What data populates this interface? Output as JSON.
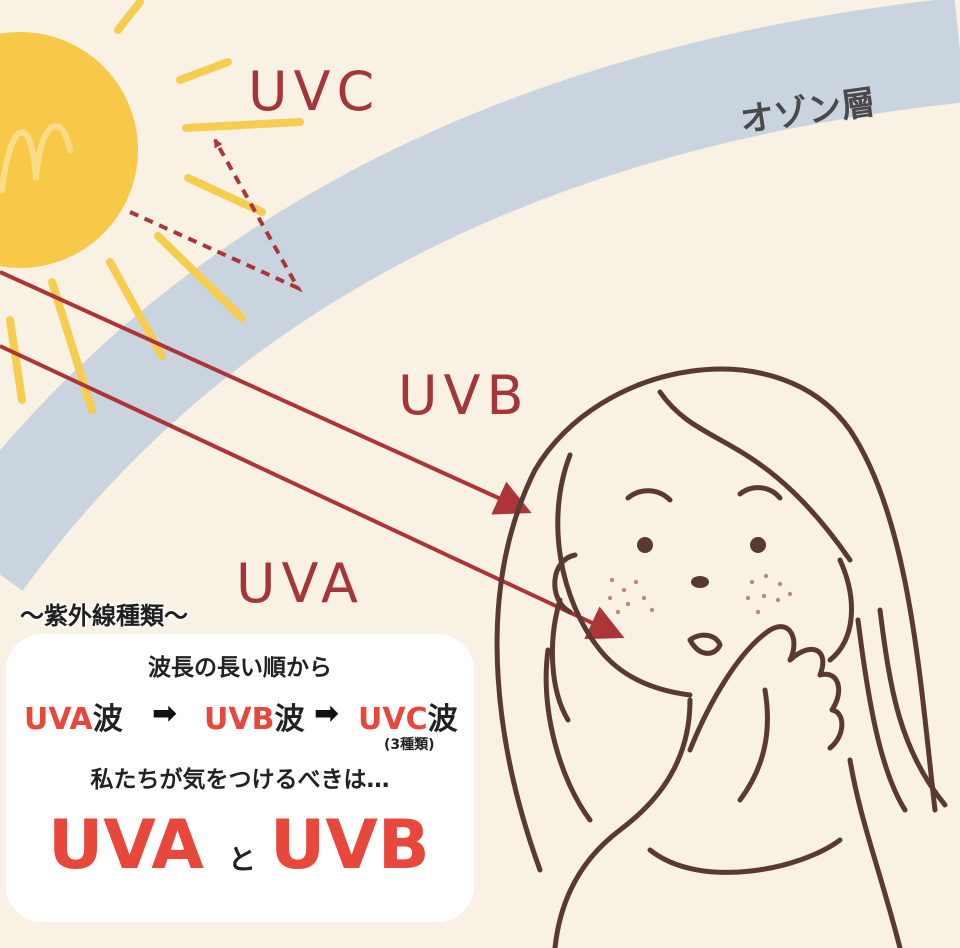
{
  "labels": {
    "uvc": "UVC",
    "uvb": "UVB",
    "uva": "UVA",
    "ozone_layer": "オゾン層"
  },
  "card": {
    "section_title": "〜紫外線種類〜",
    "line1": "波長の長い順から",
    "waves": [
      {
        "name": "UVA",
        "suffix": "波"
      },
      {
        "name": "UVB",
        "suffix": "波"
      },
      {
        "name": "UVC",
        "suffix": "波"
      }
    ],
    "arrow_symbol": "➡",
    "uvc_note": "(3種類)",
    "line3": "私たちが気をつけるべきは…",
    "highlight_first": "UVA",
    "highlight_connector": "と",
    "highlight_second": "UVB"
  },
  "colors": {
    "background": "#f8f1e4",
    "ozone": "#c9d4de",
    "sun": "#f8c849",
    "sun_rays": "#f6cd4f",
    "ray_lines": "#ad3437",
    "label_text": "#a4363a",
    "outline": "#5a3a30",
    "highlight_red": "#e8473c"
  },
  "icons": {
    "sun": "sun-icon",
    "arrow": "right-arrow-icon"
  }
}
